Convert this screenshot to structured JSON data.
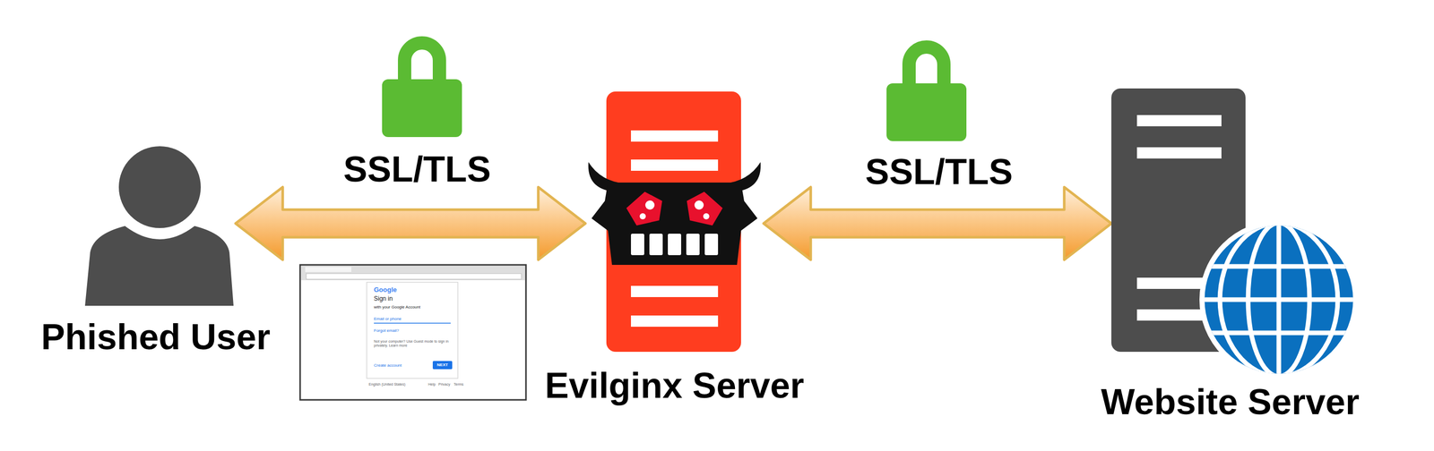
{
  "diagram": {
    "nodes": [
      {
        "text": [
          "Phished User"
        ]
      },
      {
        "text": [
          "Evilginx Server"
        ]
      },
      {
        "text": [
          "Website Server"
        ]
      }
    ],
    "edges": [
      {
        "from": 0,
        "to": 1,
        "arrow": "both",
        "label": "SSL/TLS"
      },
      {
        "from": 1,
        "to": 2,
        "arrow": "both",
        "label": "SSL/TLS"
      }
    ],
    "labels": [
      "Google",
      "Sign in",
      "with your Google Account",
      "Email or phone",
      "Forgot email?",
      "Not your computer? Use Guest mode to sign in privately. Learn more",
      "Create account",
      "NEXT",
      "English (United States)",
      "Help",
      "Privacy",
      "Terms"
    ]
  }
}
